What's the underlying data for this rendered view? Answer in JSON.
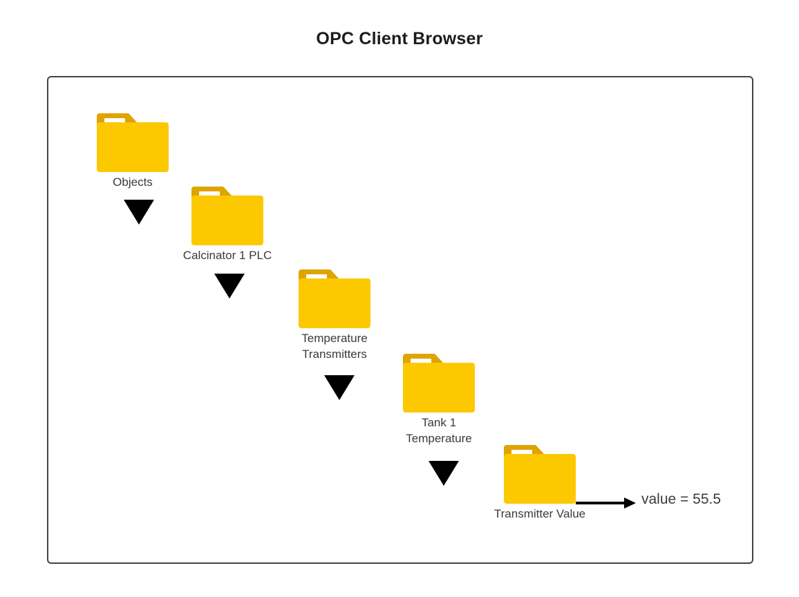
{
  "diagram": {
    "title": "OPC Client Browser",
    "panel_border_color": "#3c444d",
    "folder_body_color": "#fcc800",
    "folder_tab_color": "#dfa400",
    "arrow_color": "#000000",
    "text_color": "#3a3a3a",
    "background_color": "#ffffff"
  },
  "tree": {
    "nodes": [
      {
        "id": "objects",
        "icon": "folder-icon",
        "label": "Objects"
      },
      {
        "id": "calcinator-1-plc",
        "icon": "folder-icon",
        "label": "Calcinator 1 PLC"
      },
      {
        "id": "temperature-transmitters",
        "icon": "folder-icon",
        "label": "Temperature\nTransmitters"
      },
      {
        "id": "tank-1-temperature",
        "icon": "folder-icon",
        "label": "Tank 1\nTemperature"
      },
      {
        "id": "transmitter-value",
        "icon": "folder-icon",
        "label": "Transmitter Value"
      }
    ],
    "connectors": [
      {
        "id": "objects-to-calcinator",
        "icon": "triangle-down-icon"
      },
      {
        "id": "calcinator-to-transmitters",
        "icon": "triangle-down-icon"
      },
      {
        "id": "transmitters-to-tank",
        "icon": "triangle-down-icon"
      },
      {
        "id": "tank-to-transmitter-value",
        "icon": "triangle-down-icon"
      }
    ]
  },
  "readout": {
    "text": "value = 55.5",
    "label": "value",
    "operator": "=",
    "value": 55.5
  }
}
